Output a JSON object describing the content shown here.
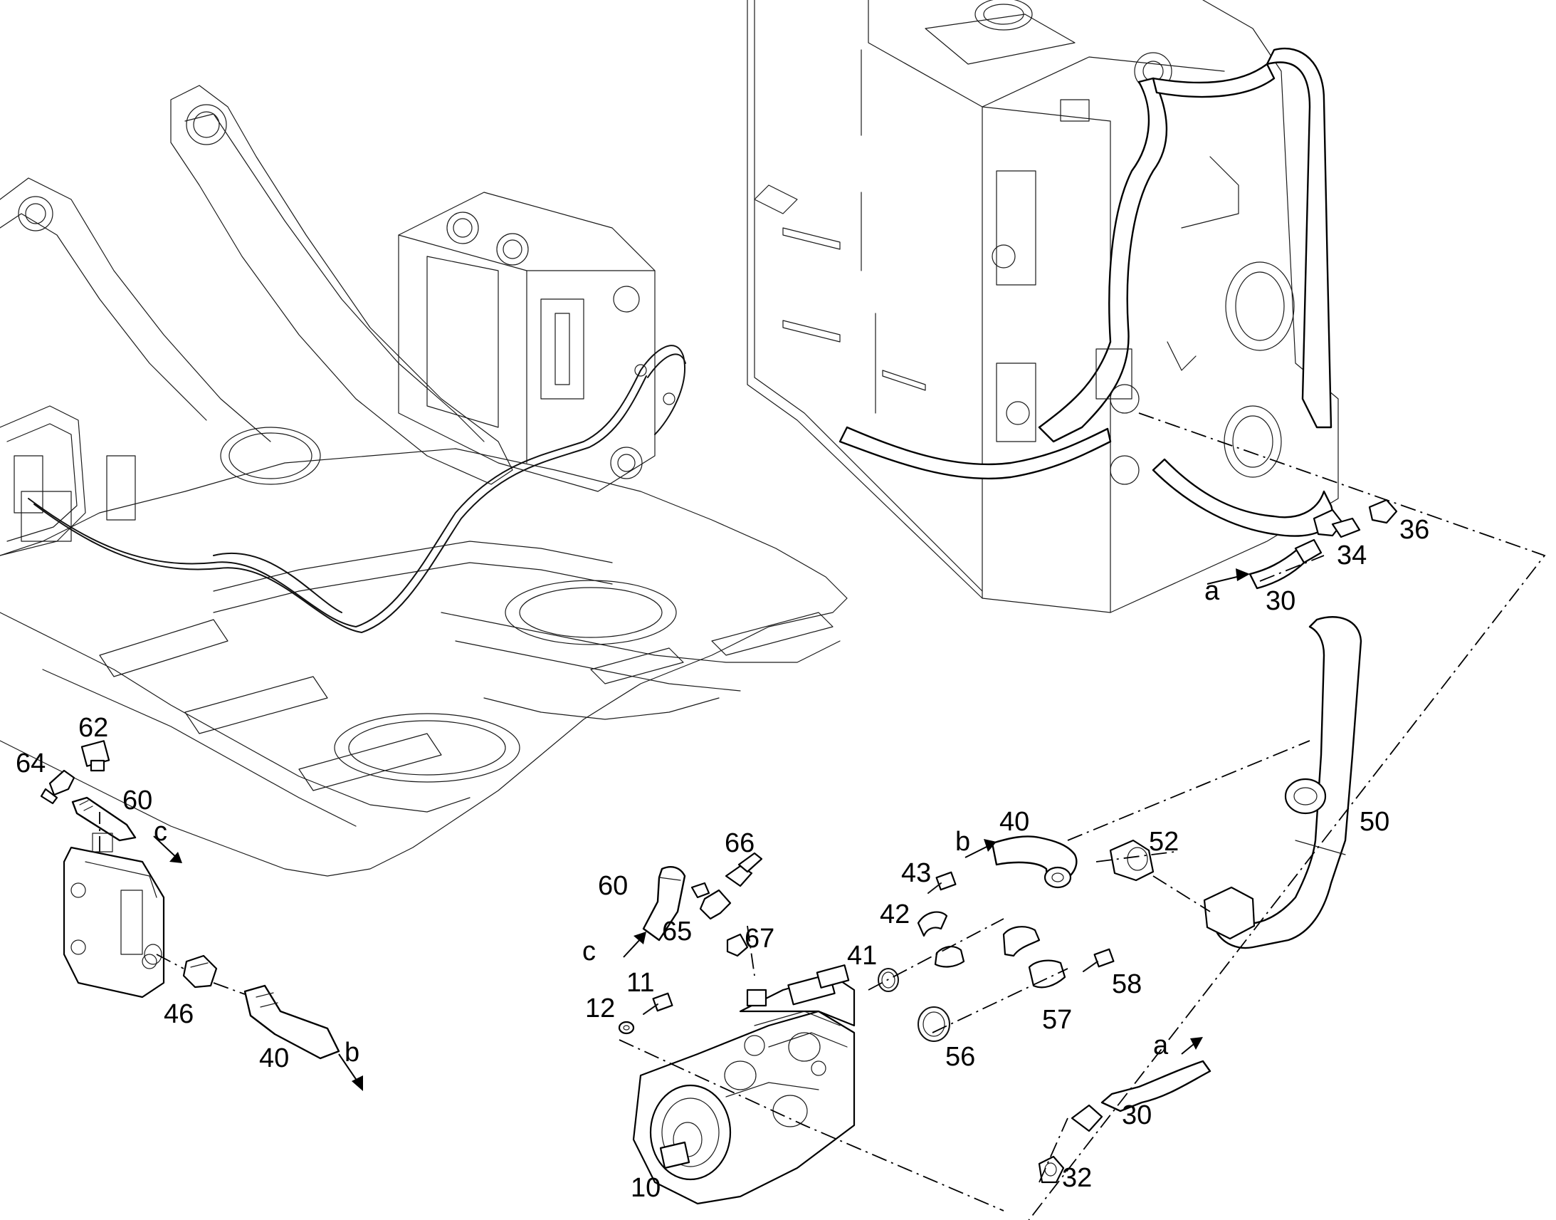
{
  "callouts": {
    "c62": "62",
    "c64": "64",
    "c60_left": "60",
    "c46": "46",
    "c40_left": "40",
    "c66": "66",
    "c60_mid": "60",
    "c65": "65",
    "c67": "67",
    "c11": "11",
    "c12": "12",
    "c10": "10",
    "c43": "43",
    "c40_mid": "40",
    "c42": "42",
    "c41": "41",
    "c52": "52",
    "c50": "50",
    "c56": "56",
    "c57": "57",
    "c58": "58",
    "c30_right": "30",
    "c32": "32",
    "c34": "34",
    "c36": "36",
    "c30_top": "30"
  },
  "references": {
    "a_top": "a",
    "b_left": "b",
    "c_left": "c",
    "b_mid": "b",
    "c_mid": "c",
    "a_bottom": "a"
  }
}
